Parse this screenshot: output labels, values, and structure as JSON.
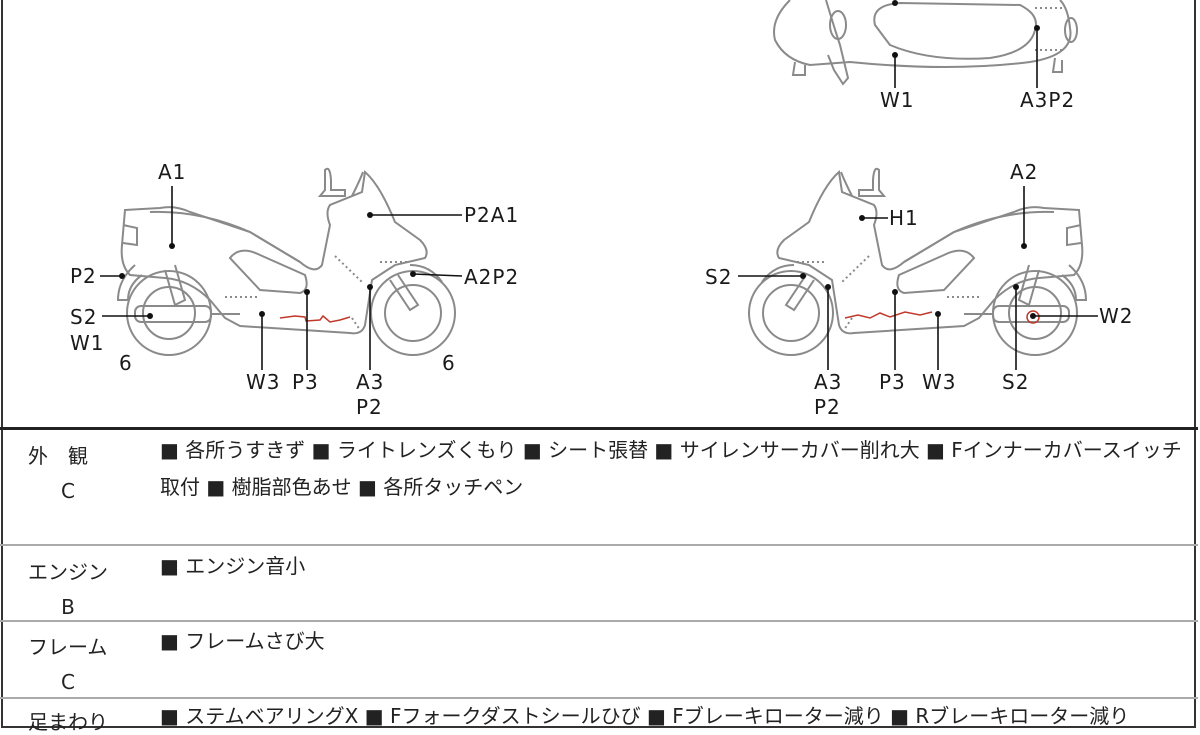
{
  "diagram": {
    "left_side": {
      "labels": {
        "a1": "A1",
        "p2a1": "P2A1",
        "p2_rear": "P2",
        "a2p2": "A2P2",
        "s2": "S2",
        "w1": "W1",
        "rear_tire": "6",
        "front_tire": "6",
        "w3": "W3",
        "p3": "P3",
        "a3": "A3",
        "p2_floor": "P2"
      }
    },
    "right_side": {
      "labels": {
        "a2": "A2",
        "h1": "H1",
        "s2_front": "S2",
        "w2": "W2",
        "a3": "A3",
        "p2": "P2",
        "p3": "P3",
        "w3": "W3",
        "s2_rear": "S2"
      }
    },
    "top_view": {
      "labels": {
        "w1": "W1",
        "a3p2": "A3P2"
      }
    },
    "damage_mark_color": "#c0392b"
  },
  "rows": [
    {
      "label": "外　観",
      "grade": "C",
      "content": "■ 各所うすきず ■ ライトレンズくもり ■ シート張替 ■ サイレンサーカバー削れ大 ■ Fインナーカバースイッチ取付 ■ 樹脂部色あせ ■ 各所タッチペン"
    },
    {
      "label": "エンジン",
      "grade": "B",
      "content": "■ エンジン音小"
    },
    {
      "label": "フレーム",
      "grade": "C",
      "content": "■ フレームさび大"
    },
    {
      "label": "足まわり",
      "grade": "",
      "content": "■ ステムベアリングX ■ Fフォークダストシールひび ■ Fブレーキローター減り ■ Rブレーキローター減り"
    }
  ]
}
